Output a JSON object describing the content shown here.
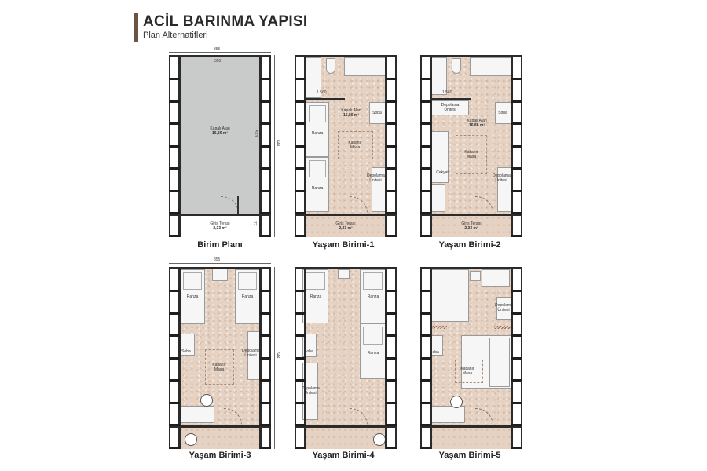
{
  "title": "ACİL BARINMA YAPISI",
  "subtitle": "Plan Alternatifleri",
  "dims": {
    "width_outer": "355",
    "width_inner": "305",
    "length_inner": "553",
    "length_outer": "644",
    "terrace_depth": "77",
    "partition": "1.560"
  },
  "plans": [
    {
      "label": "Birim Planı",
      "closed_area": "Kapalı Alan",
      "closed_area_value": "16,86 m²",
      "terrace": "Giriş Terası",
      "terrace_value": "2,33 m²"
    },
    {
      "label": "Yaşam Birimi-1",
      "closed_area": "Kapalı Alan",
      "closed_area_value": "16,86 m²",
      "terrace": "Giriş Terası",
      "terrace_value": "2,33 m²",
      "bunk1": "Ranza",
      "bunk2": "Ranza",
      "stove": "Soba",
      "table": "Katlanır Masa",
      "storage": "Depolama Ünitesi"
    },
    {
      "label": "Yaşam Birimi-2",
      "closed_area": "Kapalı Alan",
      "closed_area_value": "16,86 m²",
      "terrace": "Giriş Terası",
      "terrace_value": "2,33 m²",
      "storage_top": "Depolama Ünitesi",
      "stove": "Soba",
      "sofa": "Çekyat",
      "table": "Katlanır Masa",
      "storage": "Depolama Ünitesi"
    },
    {
      "label": "Yaşam Birimi-3",
      "bunk1": "Ranza",
      "bunk2": "Ranza",
      "stove": "Soba",
      "table": "Katlanır Masa",
      "storage": "Depolama Ünitesi"
    },
    {
      "label": "Yaşam Birimi-4",
      "bunk1": "Ranza",
      "bunk2": "Ranza",
      "bunk3": "Ranza",
      "stove": "Soba",
      "storage": "Depolama Ünitesi"
    },
    {
      "label": "Yaşam Birimi-5",
      "storage": "Depolama Ünitesi",
      "stove": "Soba",
      "table": "Katlanır Masa"
    }
  ]
}
